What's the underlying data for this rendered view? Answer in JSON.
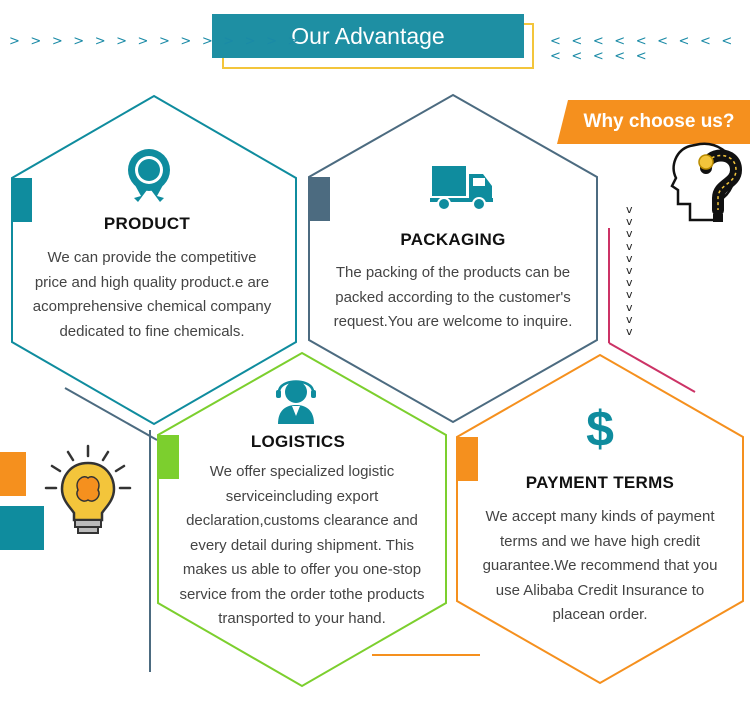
{
  "header": {
    "title": "Our Advantage",
    "left_arrows": "> > > > > > > > > > > > > >",
    "right_arrows": "< < < < < < < < < < < < < <"
  },
  "why": {
    "label": "Why choose us?"
  },
  "cards": [
    {
      "title": "PRODUCT",
      "icon": "award-ribbon-icon",
      "color": "#0f8c9e",
      "lines": [
        "We can provide the competitive",
        "price and high quality product.e are",
        "acomprehensive chemical company",
        "dedicated to fine chemicals."
      ]
    },
    {
      "title": "PACKAGING",
      "icon": "delivery-truck-icon",
      "color": "#4c6b80",
      "lines": [
        "The packing of the products can be",
        "packed according to the customer's",
        "request.You are welcome to inquire."
      ]
    },
    {
      "title": "LOGISTICS",
      "icon": "service-person-icon",
      "color": "#7ccf2e",
      "lines": [
        "We offer specialized logistic",
        "serviceincluding export",
        "declaration,customs clearance and",
        "every detail during shipment. This",
        "makes us able to offer you one-stop",
        "service from the order tothe products",
        "transported to your hand."
      ]
    },
    {
      "title": "PAYMENT TERMS",
      "icon": "dollar-icon",
      "color": "#f5901e",
      "lines": [
        "We accept many kinds of payment",
        "terms and we have high credit",
        "guarantee.We recommend that you",
        "use Alibaba Credit Insurance to",
        "placean order."
      ]
    }
  ],
  "colors": {
    "teal": "#0f8c9e",
    "slate": "#4c6b80",
    "green": "#7ccf2e",
    "orange": "#f5901e",
    "pink": "#cc3366"
  },
  "decor": {
    "down_chevrons": "v"
  }
}
